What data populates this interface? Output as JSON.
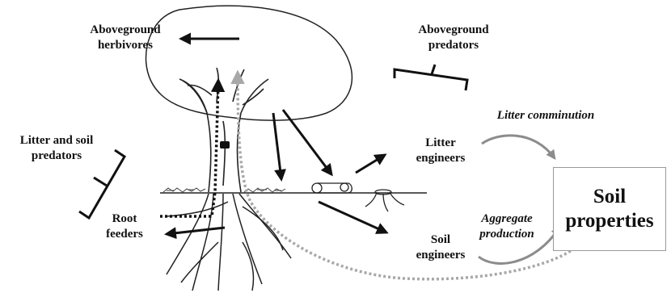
{
  "labels": {
    "aboveground_herbivores": [
      "Aboveground",
      "herbivores"
    ],
    "aboveground_predators": [
      "Aboveground",
      "predators"
    ],
    "litter_soil_predators": [
      "Litter and soil",
      "predators"
    ],
    "root_feeders": [
      "Root",
      "feeders"
    ],
    "litter_engineers": [
      "Litter",
      "engineers"
    ],
    "soil_engineers": [
      "Soil",
      "engineers"
    ],
    "litter_comminution": "Litter comminution",
    "aggregate_production": [
      "Aggregate",
      "production"
    ],
    "soil_properties": [
      "Soil",
      "properties"
    ]
  },
  "colors": {
    "arrow": "#111111",
    "dotted_grey": "#a8a8a8",
    "curved_arrow": "#8c8c8c",
    "box_border": "#999999"
  }
}
